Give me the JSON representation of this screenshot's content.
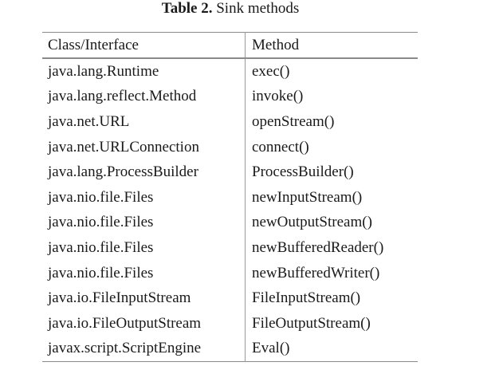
{
  "caption": {
    "label": "Table 2.",
    "text": "Sink methods"
  },
  "table": {
    "headers": [
      "Class/Interface",
      "Method"
    ],
    "rows": [
      [
        "java.lang.Runtime",
        "exec()"
      ],
      [
        "java.lang.reflect.Method",
        "invoke()"
      ],
      [
        "java.net.URL",
        "openStream()"
      ],
      [
        "java.net.URLConnection",
        "connect()"
      ],
      [
        "java.lang.ProcessBuilder",
        "ProcessBuilder()"
      ],
      [
        "java.nio.file.Files",
        "newInputStream()"
      ],
      [
        "java.nio.file.Files",
        "newOutputStream()"
      ],
      [
        "java.nio.file.Files",
        "newBufferedReader()"
      ],
      [
        "java.nio.file.Files",
        "newBufferedWriter()"
      ],
      [
        "java.io.FileInputStream",
        "FileInputStream()"
      ],
      [
        "java.io.FileOutputStream",
        "FileOutputStream()"
      ],
      [
        "javax.script.ScriptEngine",
        "Eval()"
      ]
    ]
  }
}
